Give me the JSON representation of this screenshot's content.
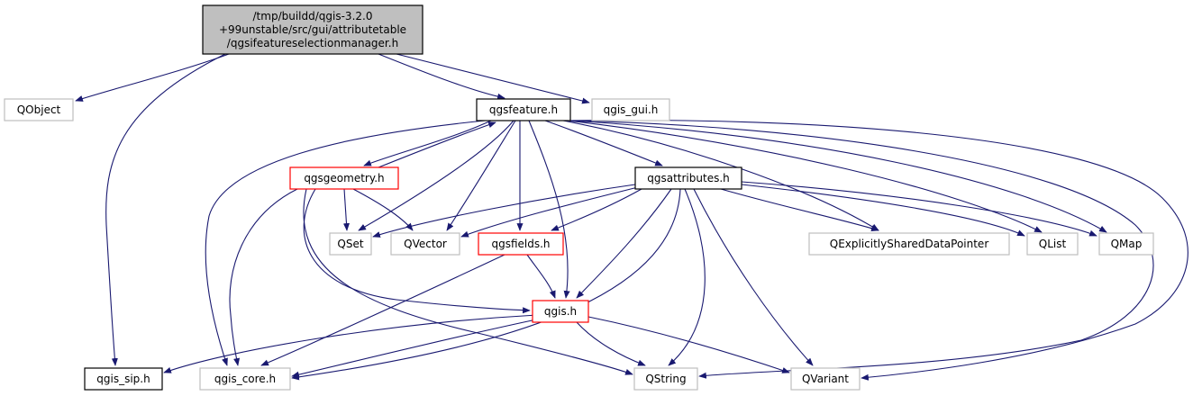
{
  "colors": {
    "edge": "#191970",
    "documented_border": "#000000",
    "undocumented_border": "#bfbfbf",
    "truncated_border": "#ff0000",
    "root_fill": "#bfbfbf",
    "background": "#ffffff"
  },
  "nodes": [
    {
      "id": "root",
      "lines": [
        "/tmp/buildd/qgis-3.2.0",
        "+99unstable/src/gui/attributetable",
        "/qgsifeatureselectionmanager.h"
      ],
      "style": "root"
    },
    {
      "id": "qobject",
      "lines": [
        "QObject"
      ],
      "style": "undocumented"
    },
    {
      "id": "qgsfeature",
      "lines": [
        "qgsfeature.h"
      ],
      "style": "documented"
    },
    {
      "id": "qgis_gui",
      "lines": [
        "qgis_gui.h"
      ],
      "style": "undocumented"
    },
    {
      "id": "qgsgeometry",
      "lines": [
        "qgsgeometry.h"
      ],
      "style": "truncated"
    },
    {
      "id": "qgsattributes",
      "lines": [
        "qgsattributes.h"
      ],
      "style": "documented"
    },
    {
      "id": "qset",
      "lines": [
        "QSet"
      ],
      "style": "undocumented"
    },
    {
      "id": "qvector",
      "lines": [
        "QVector"
      ],
      "style": "undocumented"
    },
    {
      "id": "qgsfields",
      "lines": [
        "qgsfields.h"
      ],
      "style": "truncated"
    },
    {
      "id": "qexplicitly",
      "lines": [
        "QExplicitlySharedDataPointer"
      ],
      "style": "undocumented"
    },
    {
      "id": "qlist",
      "lines": [
        "QList"
      ],
      "style": "undocumented"
    },
    {
      "id": "qmap",
      "lines": [
        "QMap"
      ],
      "style": "undocumented"
    },
    {
      "id": "qgis",
      "lines": [
        "qgis.h"
      ],
      "style": "truncated"
    },
    {
      "id": "qgis_sip",
      "lines": [
        "qgis_sip.h"
      ],
      "style": "documented"
    },
    {
      "id": "qgis_core",
      "lines": [
        "qgis_core.h"
      ],
      "style": "undocumented"
    },
    {
      "id": "qstring",
      "lines": [
        "QString"
      ],
      "style": "undocumented"
    },
    {
      "id": "qvariant",
      "lines": [
        "QVariant"
      ],
      "style": "undocumented"
    }
  ],
  "edges": [
    [
      "root",
      "qobject"
    ],
    [
      "root",
      "qgsfeature"
    ],
    [
      "root",
      "qgis_gui"
    ],
    [
      "root",
      "qgis_sip"
    ],
    [
      "qgsfeature",
      "qgis_core"
    ],
    [
      "qgsfeature",
      "qgsgeometry"
    ],
    [
      "qgsfeature",
      "qset"
    ],
    [
      "qgsfeature",
      "qvector"
    ],
    [
      "qgsfeature",
      "qgsfields"
    ],
    [
      "qgsfeature",
      "qgis"
    ],
    [
      "qgsfeature",
      "qgsattributes"
    ],
    [
      "qgsfeature",
      "qexplicitly"
    ],
    [
      "qgsfeature",
      "qlist"
    ],
    [
      "qgsfeature",
      "qmap"
    ],
    [
      "qgsfeature",
      "qstring"
    ],
    [
      "qgsfeature",
      "qvariant"
    ],
    [
      "qgsgeometry",
      "qgsfeature"
    ],
    [
      "qgsgeometry",
      "qset"
    ],
    [
      "qgsgeometry",
      "qvector"
    ],
    [
      "qgsgeometry",
      "qgis"
    ],
    [
      "qgsgeometry",
      "qgis_core"
    ],
    [
      "qgsgeometry",
      "qstring"
    ],
    [
      "qgsattributes",
      "qset"
    ],
    [
      "qgsattributes",
      "qvector"
    ],
    [
      "qgsattributes",
      "qgsfields"
    ],
    [
      "qgsattributes",
      "qgis"
    ],
    [
      "qgsattributes",
      "qgis_core"
    ],
    [
      "qgsattributes",
      "qstring"
    ],
    [
      "qgsattributes",
      "qvariant"
    ],
    [
      "qgsattributes",
      "qexplicitly"
    ],
    [
      "qgsattributes",
      "qlist"
    ],
    [
      "qgsattributes",
      "qmap"
    ],
    [
      "qgsfields",
      "qgis"
    ],
    [
      "qgsfields",
      "qgis_core"
    ],
    [
      "qgis",
      "qgis_sip"
    ],
    [
      "qgis",
      "qgis_core"
    ],
    [
      "qgis",
      "qstring"
    ],
    [
      "qgis",
      "qvariant"
    ]
  ]
}
